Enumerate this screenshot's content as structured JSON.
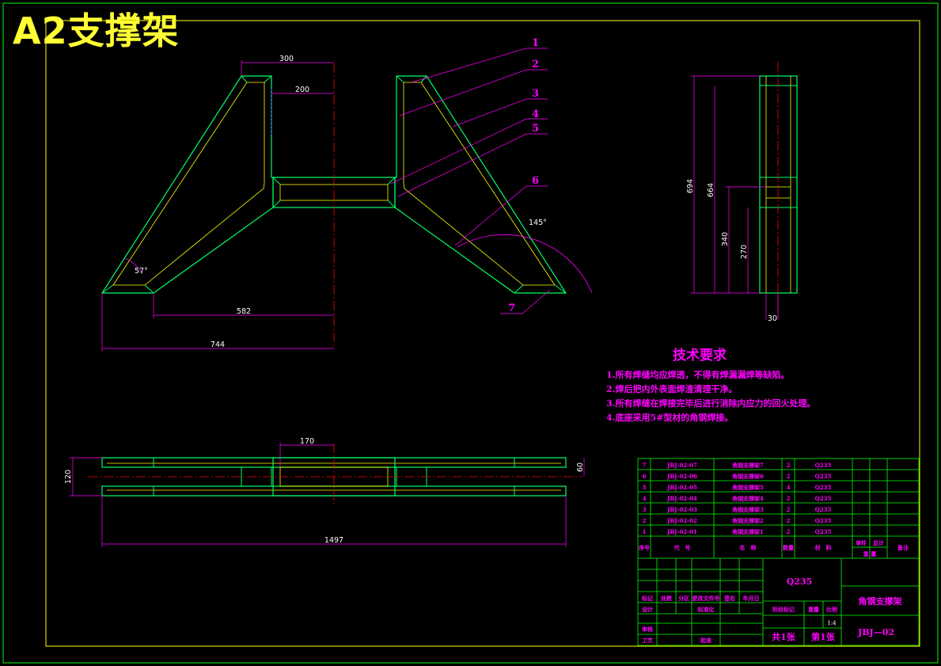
{
  "sheet": {
    "title": "A2支撑架"
  },
  "dimensions": {
    "top_300": "300",
    "top_200": "200",
    "bottom_582": "582",
    "bottom_744": "744",
    "angle_57": "57°",
    "angle_145": "145°",
    "side_694": "694",
    "side_664": "664",
    "side_340": "340",
    "side_270": "270",
    "side_30": "30",
    "plan_170": "170",
    "plan_120": "120",
    "plan_60": "60",
    "plan_1497": "1497"
  },
  "leaders": [
    "1",
    "2",
    "3",
    "4",
    "5",
    "6",
    "7"
  ],
  "technical_requirements": {
    "heading": "技术要求",
    "items": [
      "1.所有焊缝均应焊透，不得有焊漏漏焊等缺陷。",
      "2.焊后把内外表面焊渣清理干净。",
      "3.所有焊缝在焊接完毕后进行消除内应力的回火处理。",
      "4.底座采用5#型材的角钢焊接。"
    ]
  },
  "parts_list": {
    "rows": [
      {
        "no": "7",
        "code": "JBJ-02-07",
        "name": "角钢支撑架7",
        "qty": "2",
        "material": "Q235"
      },
      {
        "no": "6",
        "code": "JBJ-02-06",
        "name": "角钢支撑架6",
        "qty": "2",
        "material": "Q235"
      },
      {
        "no": "5",
        "code": "JBJ-02-05",
        "name": "角钢支撑架5",
        "qty": "4",
        "material": "Q235"
      },
      {
        "no": "4",
        "code": "JBJ-02-04",
        "name": "角钢支撑架4",
        "qty": "2",
        "material": "Q235"
      },
      {
        "no": "3",
        "code": "JBJ-02-03",
        "name": "角钢支撑架3",
        "qty": "2",
        "material": "Q235"
      },
      {
        "no": "2",
        "code": "JBJ-02-02",
        "name": "角钢支撑架2",
        "qty": "2",
        "material": "Q235"
      },
      {
        "no": "1",
        "code": "JBJ-02-01",
        "name": "角钢支撑架1",
        "qty": "2",
        "material": "Q235"
      }
    ],
    "headers": {
      "no": "序号",
      "code": "代　号",
      "name": "名　称",
      "qty": "数量",
      "material": "材　料",
      "unit_weight": "单件",
      "total_weight": "总计",
      "weight": "重 量",
      "remark": "备注"
    }
  },
  "title_block": {
    "material": "Q235",
    "part_name": "角钢支撑架",
    "drawing_no": "JBJ—02",
    "sheets_total": "共1张",
    "sheet_no": "第1张",
    "scale": "1:4",
    "labels": {
      "mark": "标记",
      "count": "处数",
      "zone": "分区",
      "change_doc": "更改文件号",
      "signature": "签名",
      "date": "年月日",
      "design": "设计",
      "standardize": "标准化",
      "stage": "阶段标记",
      "weight": "重量",
      "ratio": "比例",
      "review": "审核",
      "process": "工艺",
      "approve": "批准"
    }
  },
  "colors": {
    "frame": "#00ff00",
    "outline": "#00ff66",
    "inner_edge": "#ffff00",
    "dimension": "#ff00ff",
    "centerline": "#ff0000",
    "text": "#ffffff",
    "title": "#ffff33"
  }
}
